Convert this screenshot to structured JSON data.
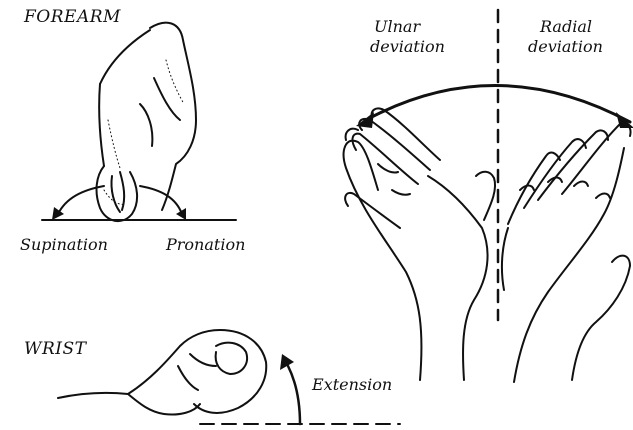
{
  "labels": {
    "forearm": "FOREARM",
    "supination": "Supination",
    "pronation": "Pronation",
    "ulnar_1": "Ulnar",
    "ulnar_2": "deviation",
    "radial_1": "Radial",
    "radial_2": "deviation",
    "wrist": "WRIST",
    "extension": "Extension"
  },
  "colors": {
    "ink": "#111111",
    "paper": "#ffffff"
  }
}
